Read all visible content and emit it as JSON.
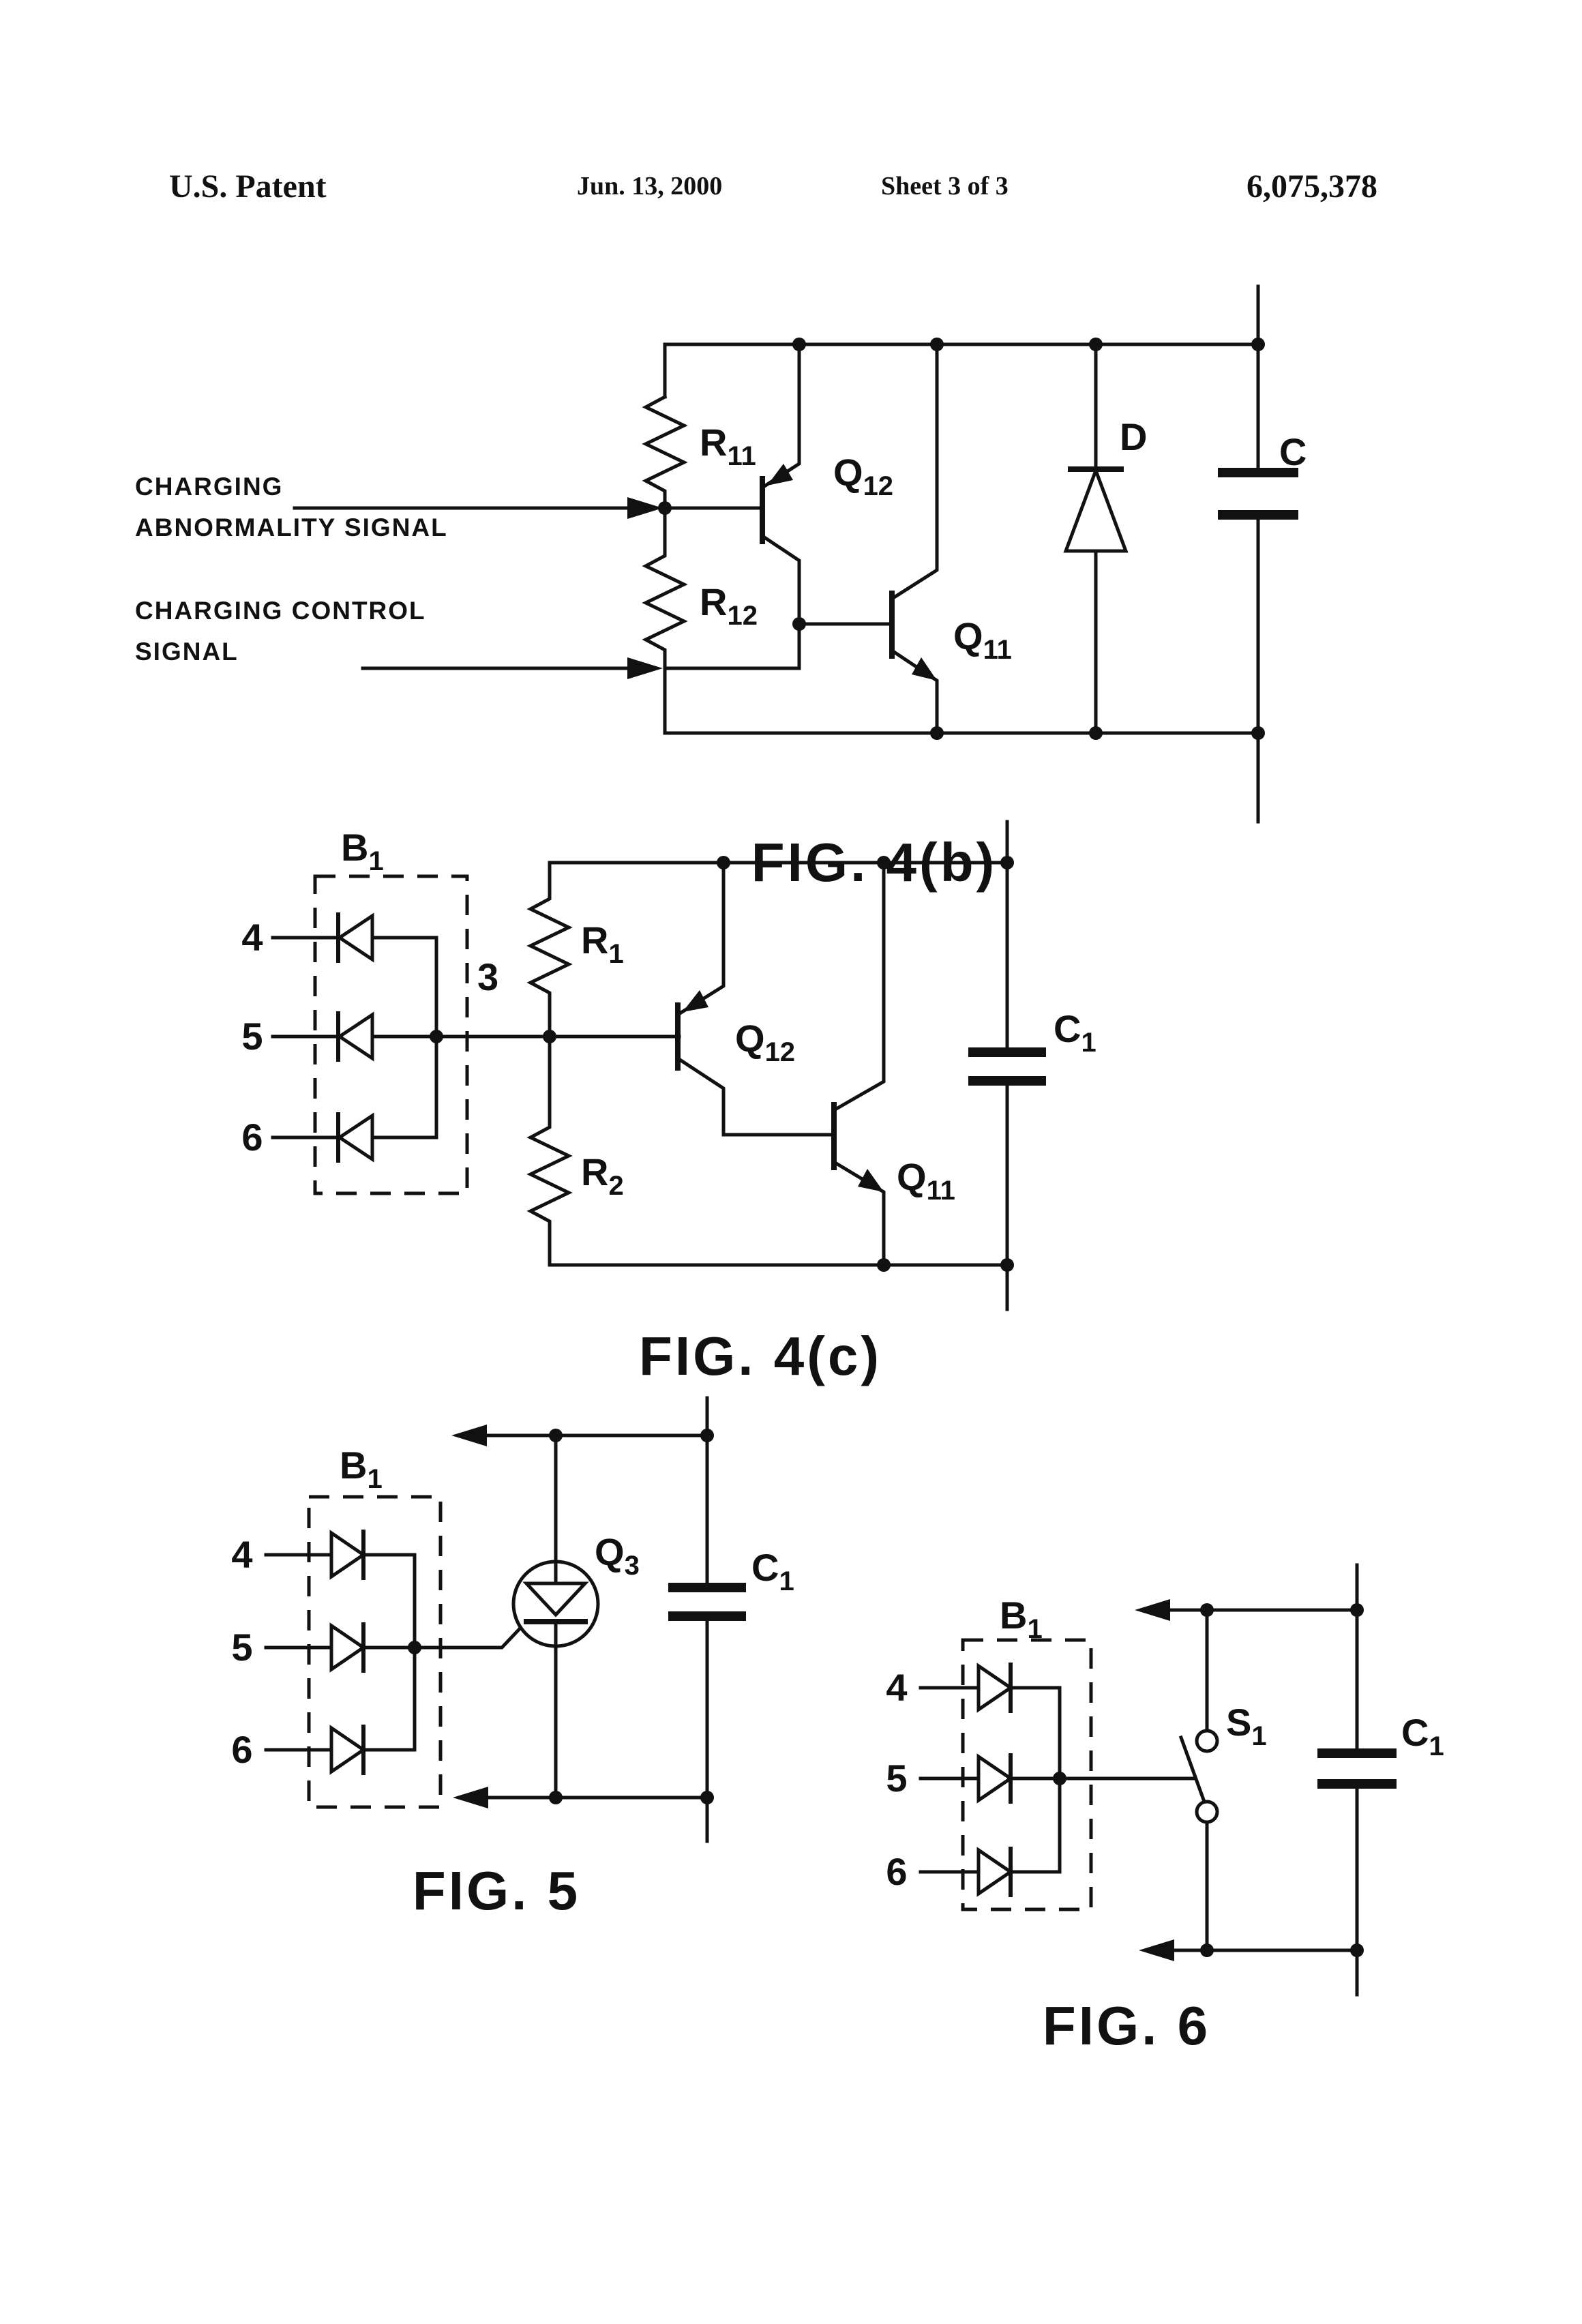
{
  "page": {
    "background": "#ffffff",
    "ink": "#111111"
  },
  "header": {
    "title": "U.S. Patent",
    "date": "Jun. 13, 2000",
    "sheet": "Sheet 3 of 3",
    "patent_number": "6,075,378"
  },
  "fig4b": {
    "caption": "FIG. 4(b)",
    "signals": {
      "abnormality_line1": "CHARGING",
      "abnormality_line2": "ABNORMALITY SIGNAL",
      "control_line1": "CHARGING CONTROL",
      "control_line2": "SIGNAL"
    },
    "labels": {
      "r11": {
        "t": "R",
        "sub": "11"
      },
      "r12": {
        "t": "R",
        "sub": "12"
      },
      "q12": {
        "t": "Q",
        "sub": "12"
      },
      "q11": {
        "t": "Q",
        "sub": "11"
      },
      "d": {
        "t": "D",
        "sub": ""
      },
      "c": {
        "t": "C",
        "sub": ""
      }
    }
  },
  "fig4c": {
    "caption": "FIG. 4(c)",
    "pins": [
      "4",
      "5",
      "6"
    ],
    "labels": {
      "b1": {
        "t": "B",
        "sub": "1"
      },
      "node3": "3",
      "r1": {
        "t": "R",
        "sub": "1"
      },
      "r2": {
        "t": "R",
        "sub": "2"
      },
      "q12": {
        "t": "Q",
        "sub": "12"
      },
      "q11": {
        "t": "Q",
        "sub": "11"
      },
      "c1": {
        "t": "C",
        "sub": "1"
      }
    }
  },
  "fig5": {
    "caption": "FIG. 5",
    "pins": [
      "4",
      "5",
      "6"
    ],
    "labels": {
      "b1": {
        "t": "B",
        "sub": "1"
      },
      "q3": {
        "t": "Q",
        "sub": "3"
      },
      "c1": {
        "t": "C",
        "sub": "1"
      }
    }
  },
  "fig6": {
    "caption": "FIG. 6",
    "pins": [
      "4",
      "5",
      "6"
    ],
    "labels": {
      "b1": {
        "t": "B",
        "sub": "1"
      },
      "s1": {
        "t": "S",
        "sub": "1"
      },
      "c1": {
        "t": "C",
        "sub": "1"
      }
    }
  }
}
